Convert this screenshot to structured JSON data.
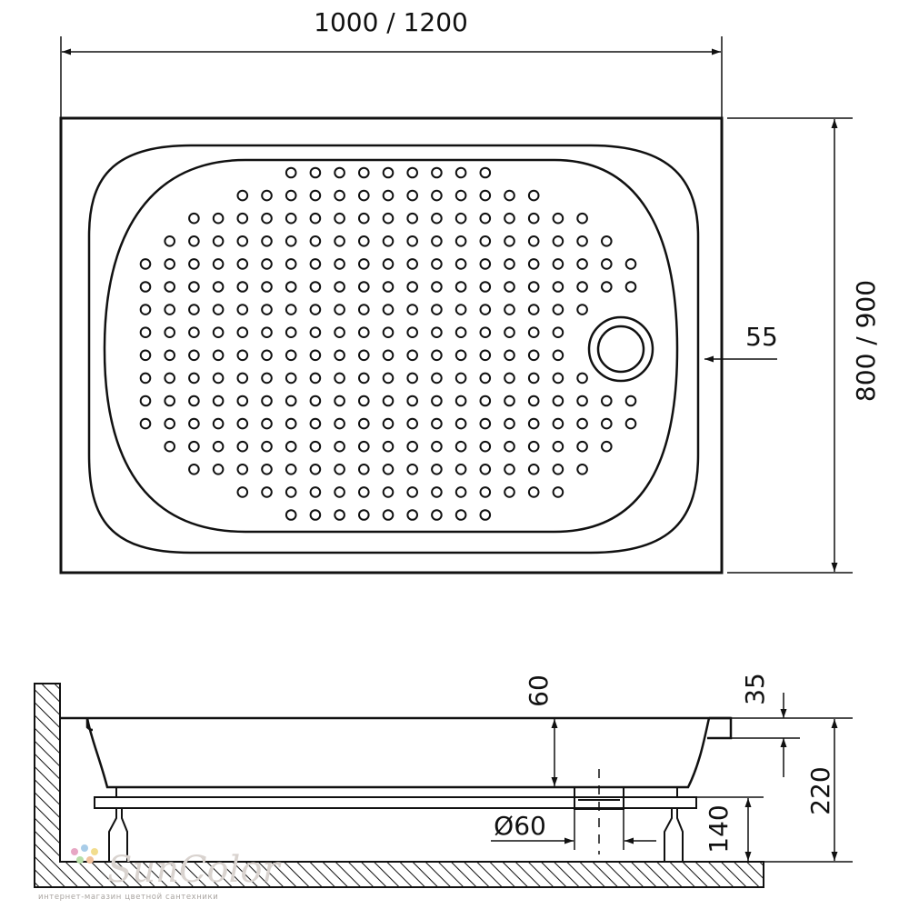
{
  "drawing": {
    "top_view": {
      "width_label": "1000 / 1200",
      "depth_label": "800 / 900",
      "drain_offset_label": "55"
    },
    "side_view": {
      "rim_label": "60",
      "lip_label": "35",
      "total_height_label": "220",
      "leg_height_label": "140",
      "drain_label": "Ø60"
    }
  },
  "watermark": {
    "logo": "SunColor",
    "caption": "интернет-магазин цветной сантехники"
  }
}
